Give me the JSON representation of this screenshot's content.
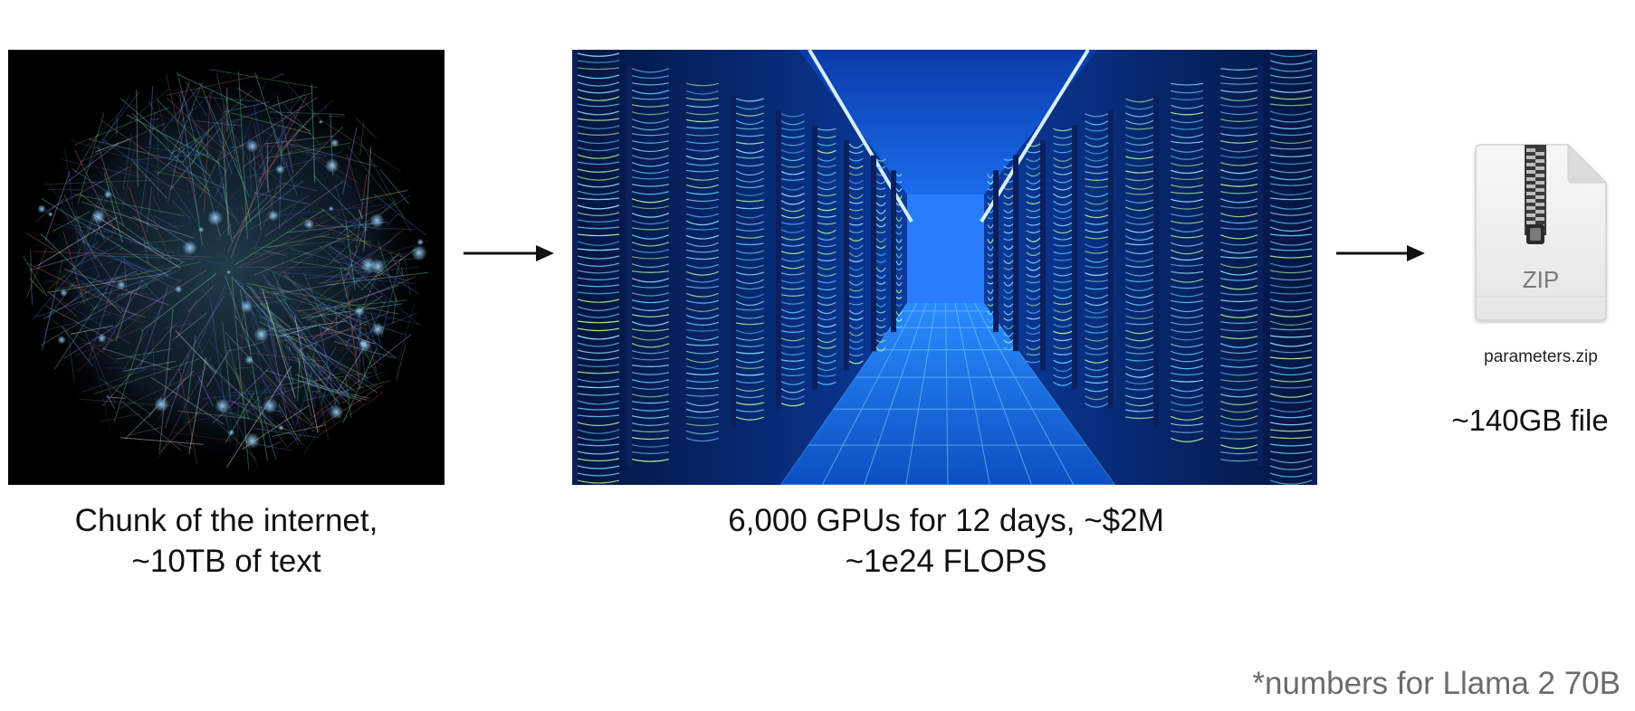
{
  "images": {
    "internet_icon": "internet-map-image",
    "datacenter_icon": "datacenter-image",
    "zip_icon": "zip-file-icon",
    "zip_label": "ZIP"
  },
  "captions": {
    "internet_line1": "Chunk of the internet,",
    "internet_line2": "~10TB of text",
    "gpus_line1": "6,000 GPUs for 12 days, ~$2M",
    "gpus_line2": "~1e24 FLOPS"
  },
  "file": {
    "name": "parameters.zip",
    "size": "~140GB file"
  },
  "footnote": "*numbers for Llama 2 70B",
  "colors": {
    "background": "#ffffff",
    "arrow": "#111111",
    "footnote": "#6b6b6b",
    "datacenter_blue": "#1e6bff"
  }
}
